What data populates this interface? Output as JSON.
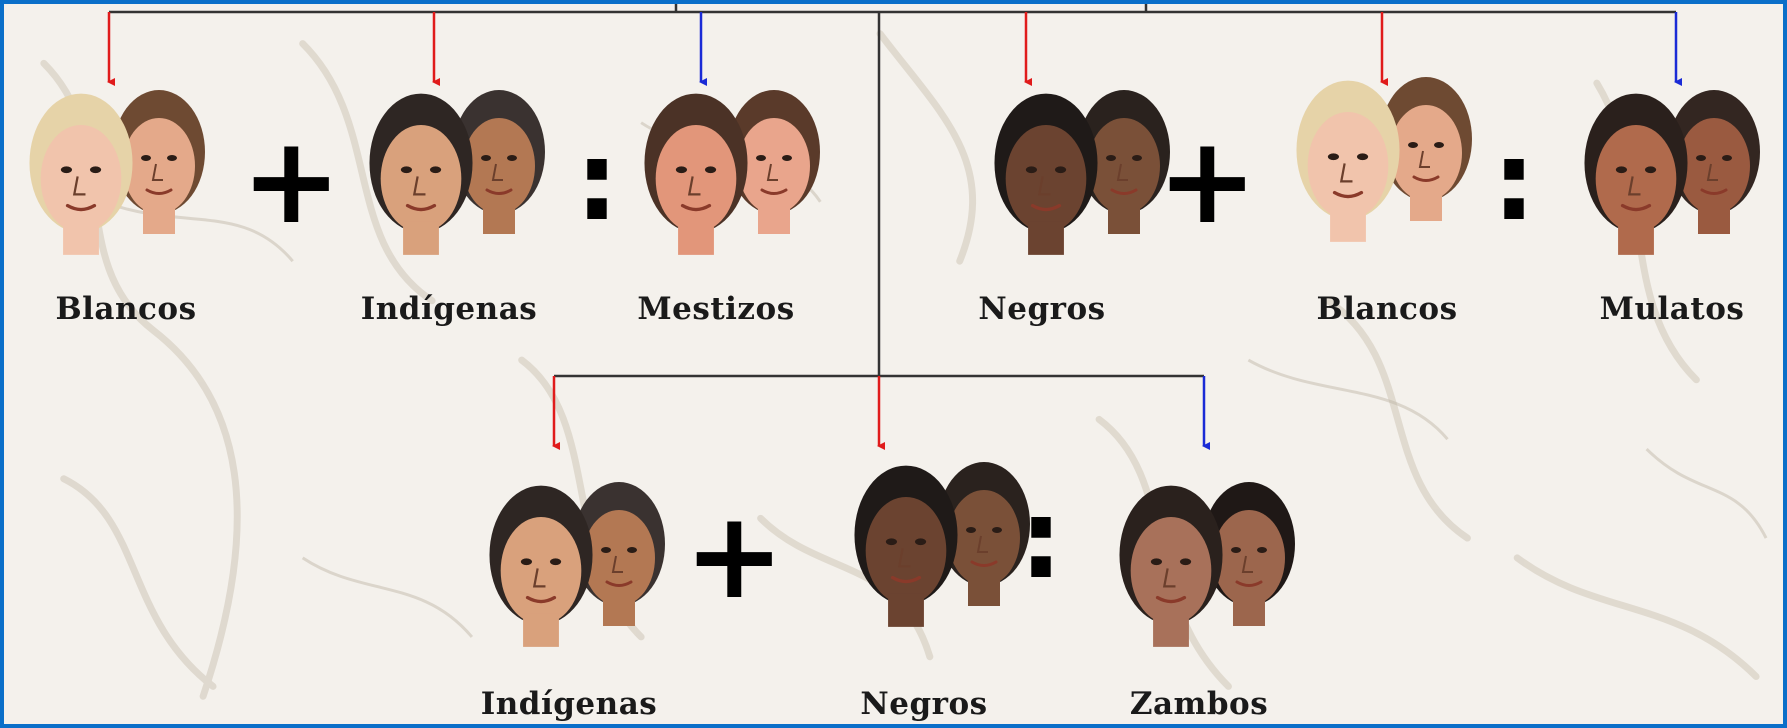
{
  "colors": {
    "frame": "#0a6fc9",
    "parent_arrow": "#e01b1b",
    "child_arrow": "#1a2bd6",
    "line": "#333333"
  },
  "operators": {
    "plus": "+",
    "colon": ":"
  },
  "groups": {
    "mestizo": {
      "parent1": "Blancos",
      "parent2": "Indígenas",
      "child": "Mestizos"
    },
    "mulato": {
      "parent1": "Negros",
      "parent2": "Blancos",
      "child": "Mulatos"
    },
    "zambo": {
      "parent1": "Indígenas",
      "parent2": "Negros",
      "child": "Zambos"
    }
  },
  "faces": {
    "blancos": {
      "skin": "#f1c4ac",
      "skin2": "#e4a98a",
      "hair1": "#e6d3a8",
      "hair2": "#6e4a32"
    },
    "indigenas": {
      "skin": "#d9a17c",
      "skin2": "#b37853",
      "hair1": "#2e2623",
      "hair2": "#3a3230"
    },
    "mestizos": {
      "skin": "#e2967a",
      "skin2": "#e9a58c",
      "hair1": "#4b3226",
      "hair2": "#5a3a2a"
    },
    "negros": {
      "skin": "#6b4330",
      "skin2": "#7a5038",
      "hair1": "#1f1a18",
      "hair2": "#2a221e"
    },
    "mulatos": {
      "skin": "#b06a4c",
      "skin2": "#9a5a40",
      "hair1": "#2a201c",
      "hair2": "#332621"
    },
    "zambos": {
      "skin": "#a8715a",
      "skin2": "#9c664d",
      "hair1": "#2a211d",
      "hair2": "#1f1816"
    }
  }
}
